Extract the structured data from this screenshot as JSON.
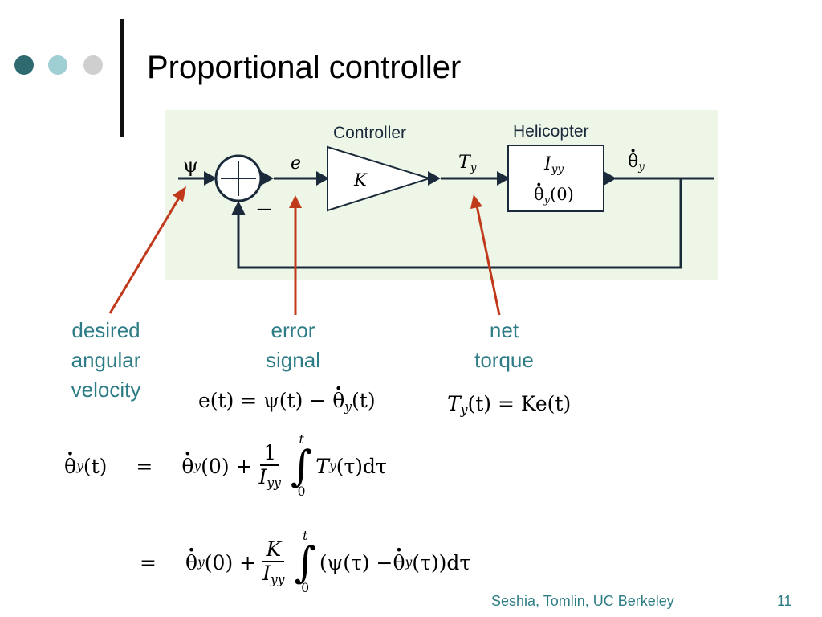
{
  "slide": {
    "title": "Proportional controller",
    "footer": "Seshia, Tomlin, UC Berkeley",
    "page_number": "11"
  },
  "colors": {
    "dot1": "#2e6a6f",
    "dot2": "#9fcfd3",
    "dot3": "#cfcfcf",
    "diagram_bg": "#eef6e8",
    "arrow": "#c0391b",
    "label": "#2e7d86"
  },
  "diagram": {
    "input_signal": "ψ",
    "error_signal": "e",
    "minus_sign": "−",
    "controller_label": "Controller",
    "controller_gain": "K",
    "torque_signal": "T",
    "torque_sub": "y",
    "plant_label": "Helicopter",
    "plant_inertia": "I",
    "plant_inertia_sub": "yy",
    "plant_initial": "θ",
    "plant_initial_sub": "y",
    "plant_initial_arg": "(0)",
    "output_signal": "θ",
    "output_sub": "y"
  },
  "annotations": {
    "desired": [
      "desired",
      "angular",
      "velocity"
    ],
    "error": [
      "error",
      "signal"
    ],
    "torque": [
      "net",
      "torque"
    ]
  },
  "equations": {
    "error_eq": {
      "lhs": "e(t) = ψ(t) − ",
      "theta": "θ",
      "sub": "y",
      "tail": "(t)"
    },
    "torque_eq": {
      "lhs": "T",
      "sub": "y",
      "mid": "(t) = Ke(t)"
    },
    "line1": {
      "lhs_theta": "θ",
      "lhs_sub": "y",
      "lhs_arg": "(t)",
      "eq": "=",
      "theta": "θ",
      "sub": "y",
      "arg": "(0) +",
      "num": "1",
      "den": "I",
      "den_sub": "yy",
      "upper": "t",
      "lower": "0",
      "integrand": "T",
      "integrand_sub": "y",
      "integrand_tail": "(τ)dτ"
    },
    "line2": {
      "eq": "=",
      "theta": "θ",
      "sub": "y",
      "arg": "(0) +",
      "num": "K",
      "den": "I",
      "den_sub": "yy",
      "upper": "t",
      "lower": "0",
      "integrand_head": "(ψ(τ) − ",
      "theta2": "θ",
      "sub2": "y",
      "integrand_tail": "(τ))dτ"
    }
  }
}
